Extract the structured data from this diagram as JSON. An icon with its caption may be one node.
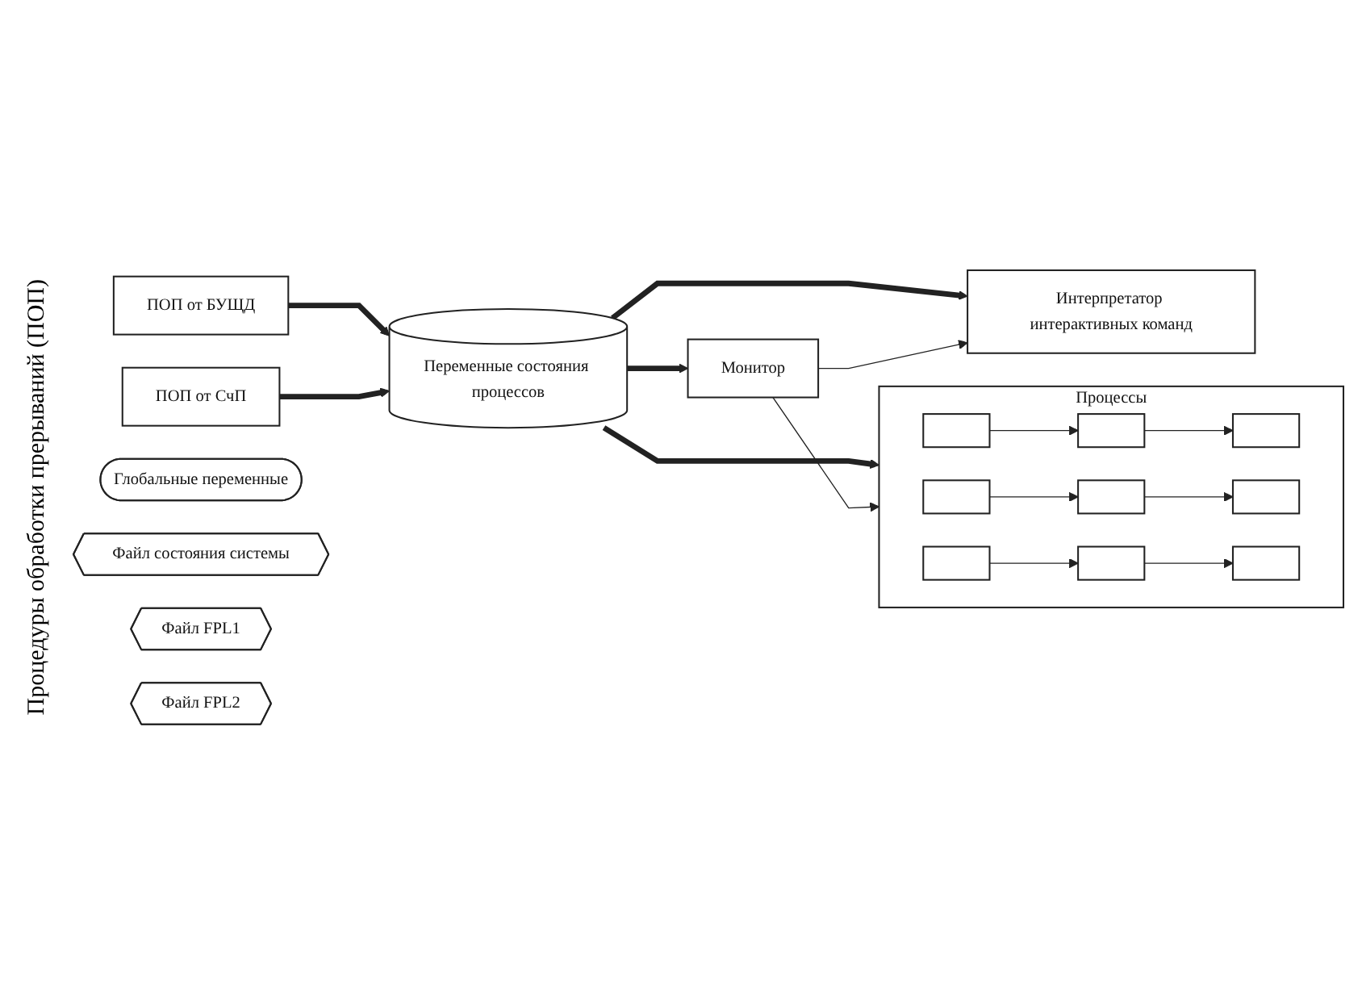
{
  "diagram": {
    "nodes": [
      {
        "text": [
          "ПОП от БУЩД"
        ]
      },
      {
        "text": [
          "ПОП от СчП"
        ]
      },
      {
        "text": [
          "Переменные состояния процессов"
        ]
      },
      {
        "text": [
          "Процессы"
        ]
      },
      {
        "text": [],
        "shape": "box",
        "in": 3
      },
      {
        "text": [],
        "shape": "box",
        "in": 3
      },
      {
        "text": [],
        "shape": "box",
        "in": 3
      },
      {
        "text": [],
        "shape": "box",
        "in": 3
      },
      {
        "text": [],
        "shape": "box",
        "in": 3
      },
      {
        "text": [],
        "shape": "box",
        "in": 3
      },
      {
        "text": [],
        "shape": "box",
        "in": 3
      },
      {
        "text": [],
        "shape": "box",
        "in": 3
      },
      {
        "text": [],
        "shape": "box",
        "in": 3
      },
      {
        "text": [
          "Монитор"
        ]
      },
      {
        "text": [
          "Интерпретатор интерактивных команд"
        ]
      },
      {
        "text": [
          "Глобальные переменные"
        ]
      },
      {
        "text": [
          "Файл состояния системы"
        ]
      },
      {
        "text": [
          "Файл FPL1"
        ]
      },
      {
        "text": [
          "Файл FPL2"
        ]
      }
    ],
    "edges": [
      {
        "from": 0,
        "to": 2,
        "arrow": "to",
        "style": "thick"
      },
      {
        "from": 1,
        "to": 2,
        "arrow": "to",
        "style": "thick"
      },
      {
        "from": 2,
        "to": 3,
        "arrow": "to",
        "style": "thick"
      },
      {
        "from": 2,
        "to": 13,
        "arrow": "to",
        "style": "thick"
      },
      {
        "from": 2,
        "to": 14,
        "arrow": "to",
        "style": "thick"
      },
      {
        "from": 13,
        "to": 3,
        "arrow": "to"
      },
      {
        "from": 13,
        "to": 14,
        "arrow": "to"
      },
      {
        "from": 4,
        "to": 5,
        "arrow": "to"
      },
      {
        "from": 5,
        "to": 6,
        "arrow": "to"
      },
      {
        "from": 7,
        "to": 8,
        "arrow": "to"
      },
      {
        "from": 8,
        "to": 9,
        "arrow": "to"
      },
      {
        "from": 10,
        "to": 11,
        "arrow": "to"
      },
      {
        "from": 11,
        "to": 12,
        "arrow": "to"
      }
    ],
    "labels": [
      "Процедуры обработки прерываний (ПОП)"
    ]
  }
}
